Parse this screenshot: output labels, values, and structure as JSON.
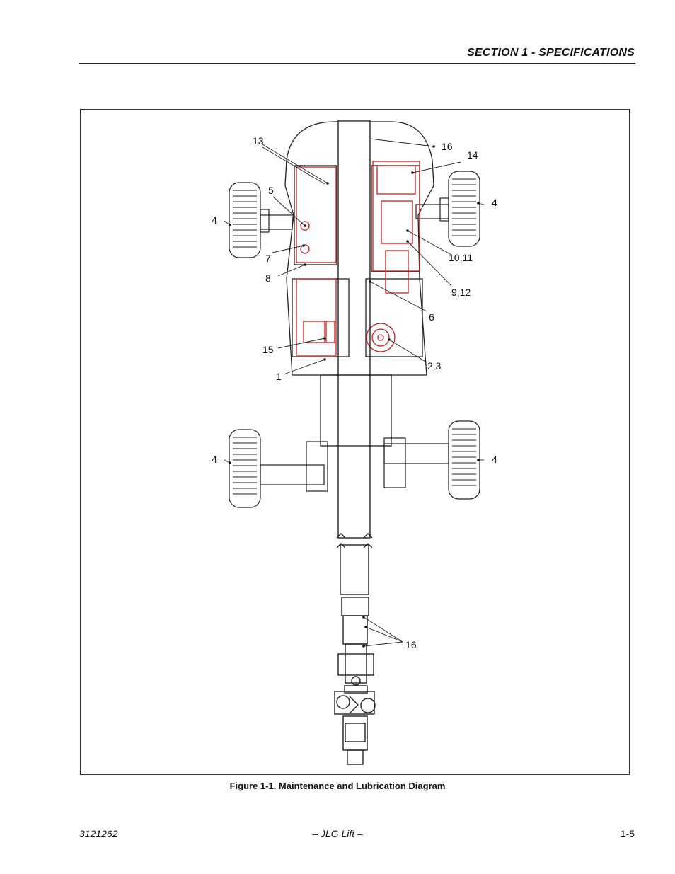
{
  "header": {
    "section_title": "SECTION 1 - SPECIFICATIONS"
  },
  "figure": {
    "caption": "Figure 1-1. Maintenance and Lubrication Diagram",
    "callouts": [
      "13",
      "16",
      "14",
      "5",
      "4",
      "4",
      "7",
      "8",
      "10,11",
      "9,12",
      "6",
      "15",
      "1",
      "2,3",
      "4",
      "4",
      "16"
    ]
  },
  "footer": {
    "doc_number": "3121262",
    "brand": "– JLG Lift –",
    "page_number": "1-5"
  },
  "colors": {
    "highlight_red": "#cc1f1f",
    "line_black": "#222222"
  }
}
